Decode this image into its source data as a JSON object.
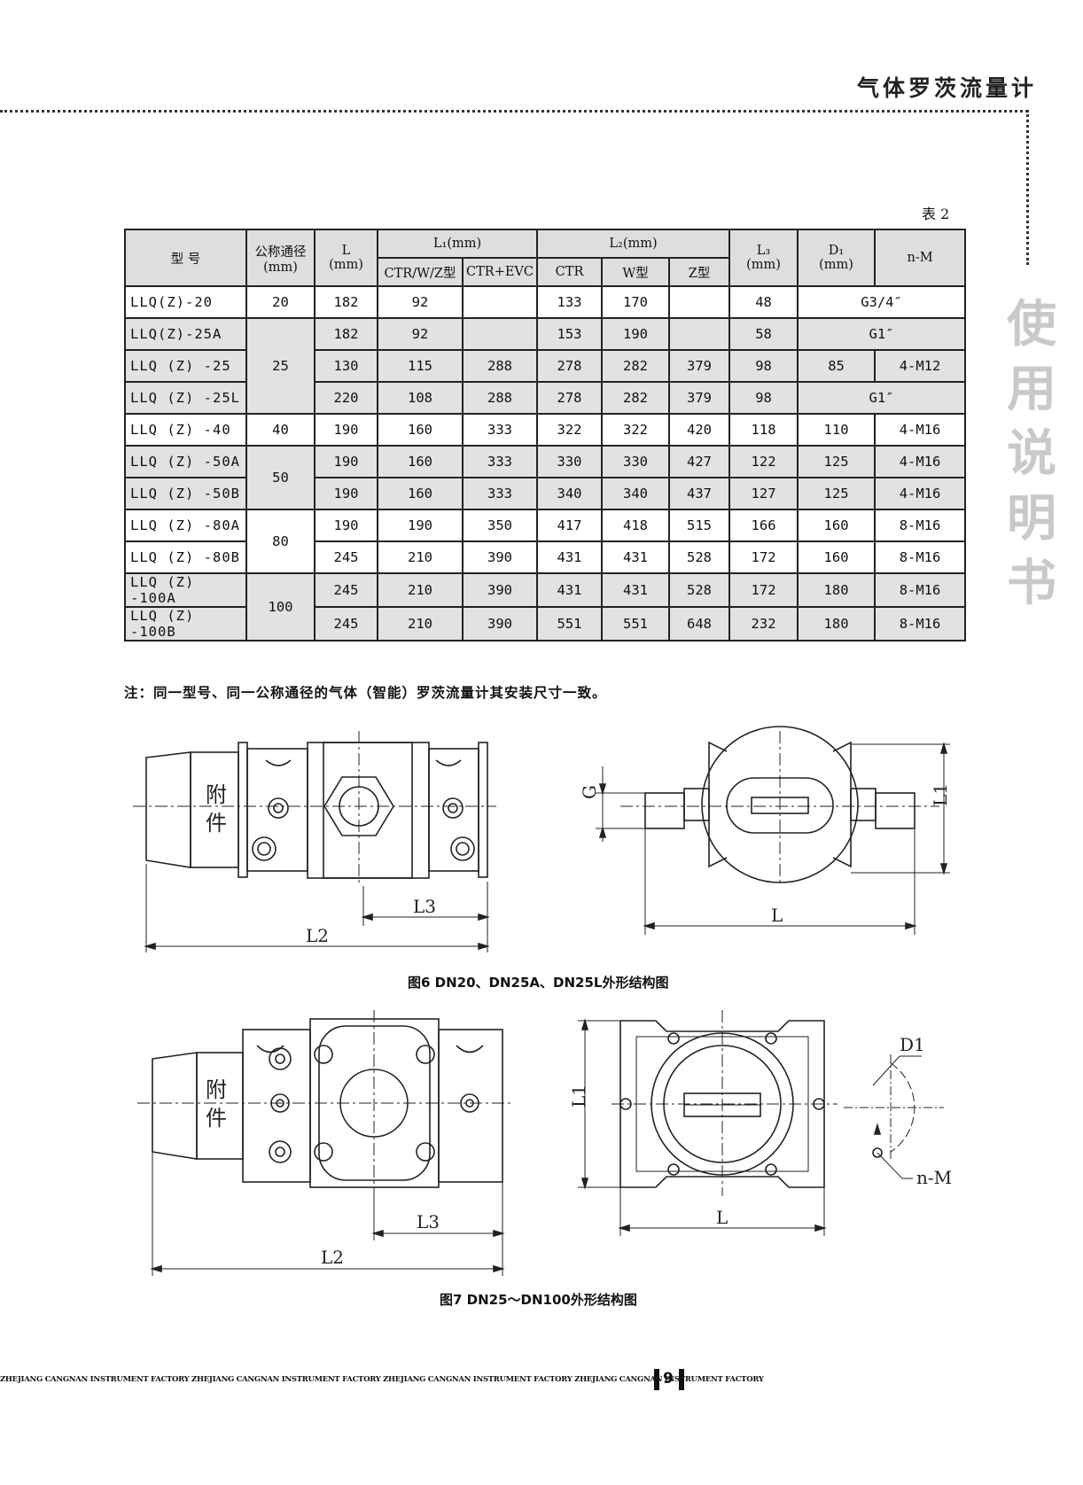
{
  "header": {
    "title": "气体罗茨流量计"
  },
  "side_title": [
    "使",
    "用",
    "说",
    "明",
    "书"
  ],
  "table_label": "表 2",
  "table": {
    "headers": {
      "model": "型  号",
      "nominal_dia": "公称通径",
      "nominal_unit": "(mm)",
      "L": "L",
      "L_unit": "(mm)",
      "L1": "L₁(mm)",
      "L1_ctr": "CTR/W/Z型",
      "L1_evc": "CTR+EVC",
      "L2": "L₂(mm)",
      "L2_ctr": "CTR",
      "L2_w": "W型",
      "L2_z": "Z型",
      "L3": "L₃",
      "L3_unit": "(mm)",
      "D1": "D₁",
      "D1_unit": "(mm)",
      "nM": "n-M"
    },
    "rows": [
      {
        "model": "LLQ(Z)-20",
        "dn": "20",
        "L": "182",
        "l1a": "92",
        "l1b": "",
        "l2a": "133",
        "l2b": "170",
        "l2c": "",
        "l3": "48",
        "d1": "G3/4″",
        "nm": ""
      },
      {
        "model": "LLQ(Z)-25A",
        "dn": "25",
        "L": "182",
        "l1a": "92",
        "l1b": "",
        "l2a": "153",
        "l2b": "190",
        "l2c": "",
        "l3": "58",
        "d1": "G1″",
        "nm": ""
      },
      {
        "model": "LLQ (Z) -25",
        "dn": "",
        "L": "130",
        "l1a": "115",
        "l1b": "288",
        "l2a": "278",
        "l2b": "282",
        "l2c": "379",
        "l3": "98",
        "d1": "85",
        "nm": "4-M12"
      },
      {
        "model": "LLQ (Z) -25L",
        "dn": "",
        "L": "220",
        "l1a": "108",
        "l1b": "288",
        "l2a": "278",
        "l2b": "282",
        "l2c": "379",
        "l3": "98",
        "d1": "G1″",
        "nm": ""
      },
      {
        "model": "LLQ (Z) -40",
        "dn": "40",
        "L": "190",
        "l1a": "160",
        "l1b": "333",
        "l2a": "322",
        "l2b": "322",
        "l2c": "420",
        "l3": "118",
        "d1": "110",
        "nm": "4-M16"
      },
      {
        "model": "LLQ (Z) -50A",
        "dn": "50",
        "L": "190",
        "l1a": "160",
        "l1b": "333",
        "l2a": "330",
        "l2b": "330",
        "l2c": "427",
        "l3": "122",
        "d1": "125",
        "nm": "4-M16"
      },
      {
        "model": "LLQ (Z) -50B",
        "dn": "",
        "L": "190",
        "l1a": "160",
        "l1b": "333",
        "l2a": "340",
        "l2b": "340",
        "l2c": "437",
        "l3": "127",
        "d1": "125",
        "nm": "4-M16"
      },
      {
        "model": "LLQ (Z) -80A",
        "dn": "80",
        "L": "190",
        "l1a": "190",
        "l1b": "350",
        "l2a": "417",
        "l2b": "418",
        "l2c": "515",
        "l3": "166",
        "d1": "160",
        "nm": "8-M16"
      },
      {
        "model": "LLQ (Z) -80B",
        "dn": "",
        "L": "245",
        "l1a": "210",
        "l1b": "390",
        "l2a": "431",
        "l2b": "431",
        "l2c": "528",
        "l3": "172",
        "d1": "160",
        "nm": "8-M16"
      },
      {
        "model": "LLQ (Z) -100A",
        "dn": "100",
        "L": "245",
        "l1a": "210",
        "l1b": "390",
        "l2a": "431",
        "l2b": "431",
        "l2c": "528",
        "l3": "172",
        "d1": "180",
        "nm": "8-M16"
      },
      {
        "model": "LLQ (Z) -100B",
        "dn": "",
        "L": "245",
        "l1a": "210",
        "l1b": "390",
        "l2a": "551",
        "l2b": "551",
        "l2c": "648",
        "l3": "232",
        "d1": "180",
        "nm": "8-M16"
      }
    ]
  },
  "note": "注：同一型号、同一公称通径的气体（智能）罗茨流量计其安装尺寸一致。",
  "figure6": {
    "caption": "图6  DN20、DN25A、DN25L外形结构图",
    "accessory_1": "附",
    "accessory_2": "件",
    "L3": "L3",
    "L2": "L2",
    "G": "G",
    "L1": "L1",
    "L": "L"
  },
  "figure7": {
    "caption": "图7 DN25～DN100外形结构图",
    "accessory_1": "附",
    "accessory_2": "件",
    "L3": "L3",
    "L2": "L2",
    "L1": "L1",
    "L": "L",
    "D1": "D1",
    "nM": "n-M"
  },
  "footer": {
    "company": "ZHEJIANG CANGNAN INSTRUMENT FACTORY  ZHEJIANG CANGNAN INSTRUMENT FACTORY  ZHEJIANG CANGNAN INSTRUMENT FACTORY  ZHEJIANG CANGNAN INSTRUMENT FACTORY",
    "page": "9"
  }
}
